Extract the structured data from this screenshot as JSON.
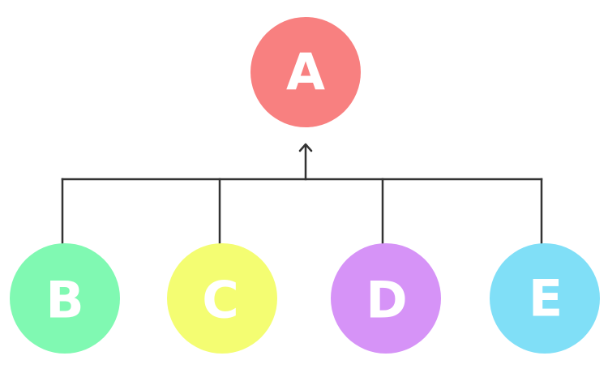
{
  "diagram": {
    "type": "hierarchy",
    "relation": "children-point-to-parent",
    "root": {
      "label": "A",
      "color": "#f88080"
    },
    "children": [
      {
        "label": "B",
        "color": "#80f9b2"
      },
      {
        "label": "C",
        "color": "#f4fd72"
      },
      {
        "label": "D",
        "color": "#d693f7"
      },
      {
        "label": "E",
        "color": "#80dff7"
      }
    ],
    "connector_color": "#333333"
  }
}
